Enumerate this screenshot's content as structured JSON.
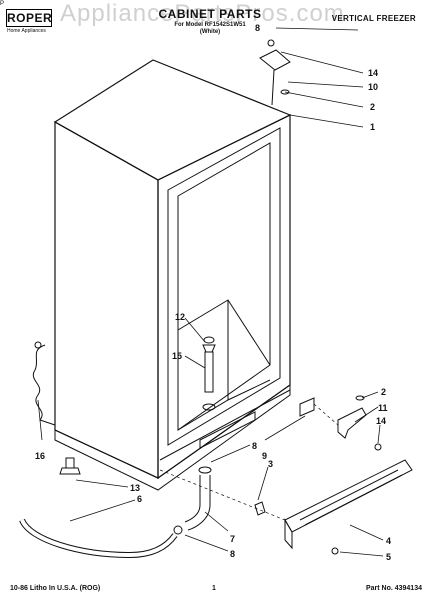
{
  "header": {
    "brand": "ROPER",
    "brand_tagline": "Home Appliances",
    "title": "CABINET PARTS",
    "model_line": "For Model RF1542S1W51",
    "color_line": "(White)",
    "doc_type": "VERTICAL FREEZER",
    "watermark": "AppliancePartsPros.com",
    "corner_mark": "P"
  },
  "callouts": [
    "8",
    "14",
    "10",
    "2",
    "1",
    "12",
    "15",
    "16",
    "13",
    "6",
    "8",
    "9",
    "3",
    "2",
    "11",
    "14",
    "7",
    "8",
    "4",
    "5"
  ],
  "footer": {
    "print_info": "10-86 Litho In U.S.A. (ROG)",
    "page_number": "1",
    "part_number": "Part No. 4394134"
  }
}
